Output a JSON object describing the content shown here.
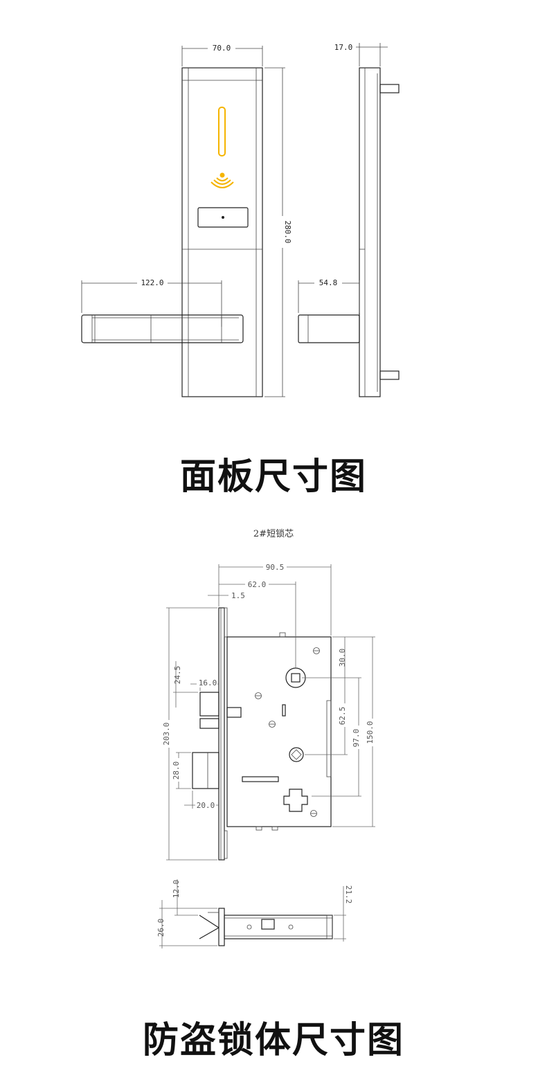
{
  "panel_section": {
    "title": "面板尺寸图",
    "dims": {
      "front_width": "70.0",
      "side_depth": "17.0",
      "height": "280.0",
      "handle_length": "122.0",
      "handle_projection": "54.8"
    }
  },
  "lockbody_section": {
    "title": "防盗锁体尺寸图",
    "subtitle": "2#短锁芯",
    "dims": {
      "total_width": "90.5",
      "backset": "62.0",
      "faceplate": "1.5",
      "height": "203.0",
      "latch_offset": "24.5",
      "latch_depth": "16.0",
      "bolt_height": "28.0",
      "bolt_throw": "20.0",
      "top_to_spindle": "30.0",
      "spindle_to_cylinder": "62.5",
      "spindle_to_key": "97.0",
      "case_height": "150.0",
      "bottom_thickness": "12.0",
      "bottom_height": "26.0",
      "bottom_case": "21.2"
    }
  },
  "colors": {
    "accent": "#f5b400",
    "line": "#222222"
  }
}
